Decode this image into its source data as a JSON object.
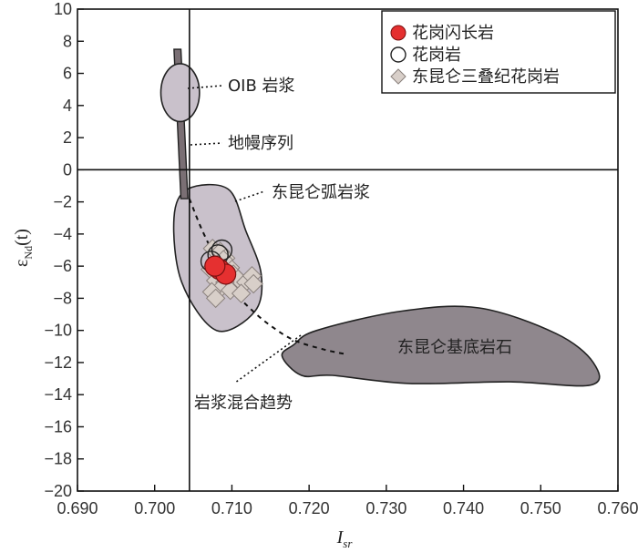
{
  "chart_data": {
    "type": "scatter",
    "xlabel": "I",
    "xlabel_sub": "sr",
    "ylabel_main": "ε",
    "ylabel_sub": "Nd",
    "ylabel_tail": "(t)",
    "xlim": [
      0.69,
      0.76
    ],
    "ylim": [
      -20,
      10
    ],
    "x_ticks": [
      "0.690",
      "0.700",
      "0.710",
      "0.720",
      "0.730",
      "0.740",
      "0.750",
      "0.760"
    ],
    "y_ticks": [
      "10",
      "8",
      "6",
      "4",
      "2",
      "0",
      "−2",
      "−4",
      "−6",
      "−8",
      "−10",
      "−12",
      "−14",
      "−16",
      "−18",
      "−20"
    ],
    "reference_lines": {
      "x": 0.7045,
      "y": 0
    },
    "legend": {
      "position": "top-right",
      "items": [
        {
          "label": "花岗闪长岩",
          "marker": "filled-circle",
          "color": "#e53030"
        },
        {
          "label": "花岗岩",
          "marker": "open-circle",
          "color": "#ffffff"
        },
        {
          "label": "东昆仑三叠纪花岗岩",
          "marker": "diamond",
          "color": "#d8cfc9"
        }
      ]
    },
    "fields": [
      {
        "label": "OIB 岩浆",
        "kind": "ellipse",
        "cx": 0.7033,
        "cy": 4.8,
        "rx": 0.0025,
        "ry": 1.8
      },
      {
        "label": "地幔序列",
        "kind": "band",
        "points": [
          [
            0.7025,
            7.5
          ],
          [
            0.7034,
            7.5
          ],
          [
            0.7043,
            -1.8
          ],
          [
            0.7034,
            -1.8
          ]
        ]
      },
      {
        "label": "东昆仑弧岩浆",
        "kind": "region",
        "points": [
          [
            0.7043,
            -1.2
          ],
          [
            0.7095,
            -1.2
          ],
          [
            0.7118,
            -3.8
          ],
          [
            0.7138,
            -6.5
          ],
          [
            0.713,
            -8.8
          ],
          [
            0.708,
            -10.0
          ],
          [
            0.7035,
            -7.0
          ],
          [
            0.7025,
            -3.0
          ]
        ]
      },
      {
        "label": "东昆仑基底岩石",
        "kind": "region",
        "points": [
          [
            0.718,
            -10.9
          ],
          [
            0.721,
            -10.0
          ],
          [
            0.732,
            -8.8
          ],
          [
            0.742,
            -8.6
          ],
          [
            0.752,
            -10.2
          ],
          [
            0.7568,
            -12.0
          ],
          [
            0.7565,
            -13.4
          ],
          [
            0.746,
            -13.2
          ],
          [
            0.733,
            -13.3
          ],
          [
            0.723,
            -12.8
          ],
          [
            0.719,
            -12.8
          ],
          [
            0.7165,
            -11.6
          ]
        ]
      }
    ],
    "series": [
      {
        "name": "花岗闪长岩",
        "marker": "filled-circle",
        "points": [
          [
            0.7084,
            -6.2
          ],
          [
            0.7092,
            -6.5
          ],
          [
            0.7078,
            -6.0
          ]
        ]
      },
      {
        "name": "花岗岩",
        "marker": "open-circle",
        "points": [
          [
            0.7087,
            -5.0
          ],
          [
            0.7073,
            -5.7
          ],
          [
            0.7082,
            -5.3
          ]
        ]
      },
      {
        "name": "东昆仑三叠纪花岗岩",
        "marker": "diamond",
        "points": [
          [
            0.7075,
            -4.9
          ],
          [
            0.7085,
            -5.1
          ],
          [
            0.7092,
            -5.5
          ],
          [
            0.7081,
            -5.9
          ],
          [
            0.7072,
            -6.2
          ],
          [
            0.7098,
            -6.1
          ],
          [
            0.7102,
            -6.5
          ],
          [
            0.7108,
            -6.8
          ],
          [
            0.7079,
            -6.9
          ],
          [
            0.7091,
            -7.0
          ],
          [
            0.7085,
            -7.4
          ],
          [
            0.7074,
            -7.6
          ],
          [
            0.7118,
            -7.0
          ],
          [
            0.7126,
            -6.6
          ],
          [
            0.7098,
            -7.5
          ],
          [
            0.7079,
            -8.0
          ],
          [
            0.7112,
            -7.7
          ],
          [
            0.7128,
            -7.1
          ],
          [
            0.7089,
            -5.6
          ]
        ]
      }
    ],
    "trend": {
      "label": "岩浆混合趋势",
      "points": [
        [
          0.7045,
          -1.8
        ],
        [
          0.706,
          -3.6
        ],
        [
          0.708,
          -5.6
        ],
        [
          0.71,
          -7.4
        ],
        [
          0.7125,
          -8.7
        ],
        [
          0.715,
          -9.7
        ],
        [
          0.718,
          -10.6
        ],
        [
          0.722,
          -11.2
        ],
        [
          0.725,
          -11.5
        ]
      ]
    }
  }
}
